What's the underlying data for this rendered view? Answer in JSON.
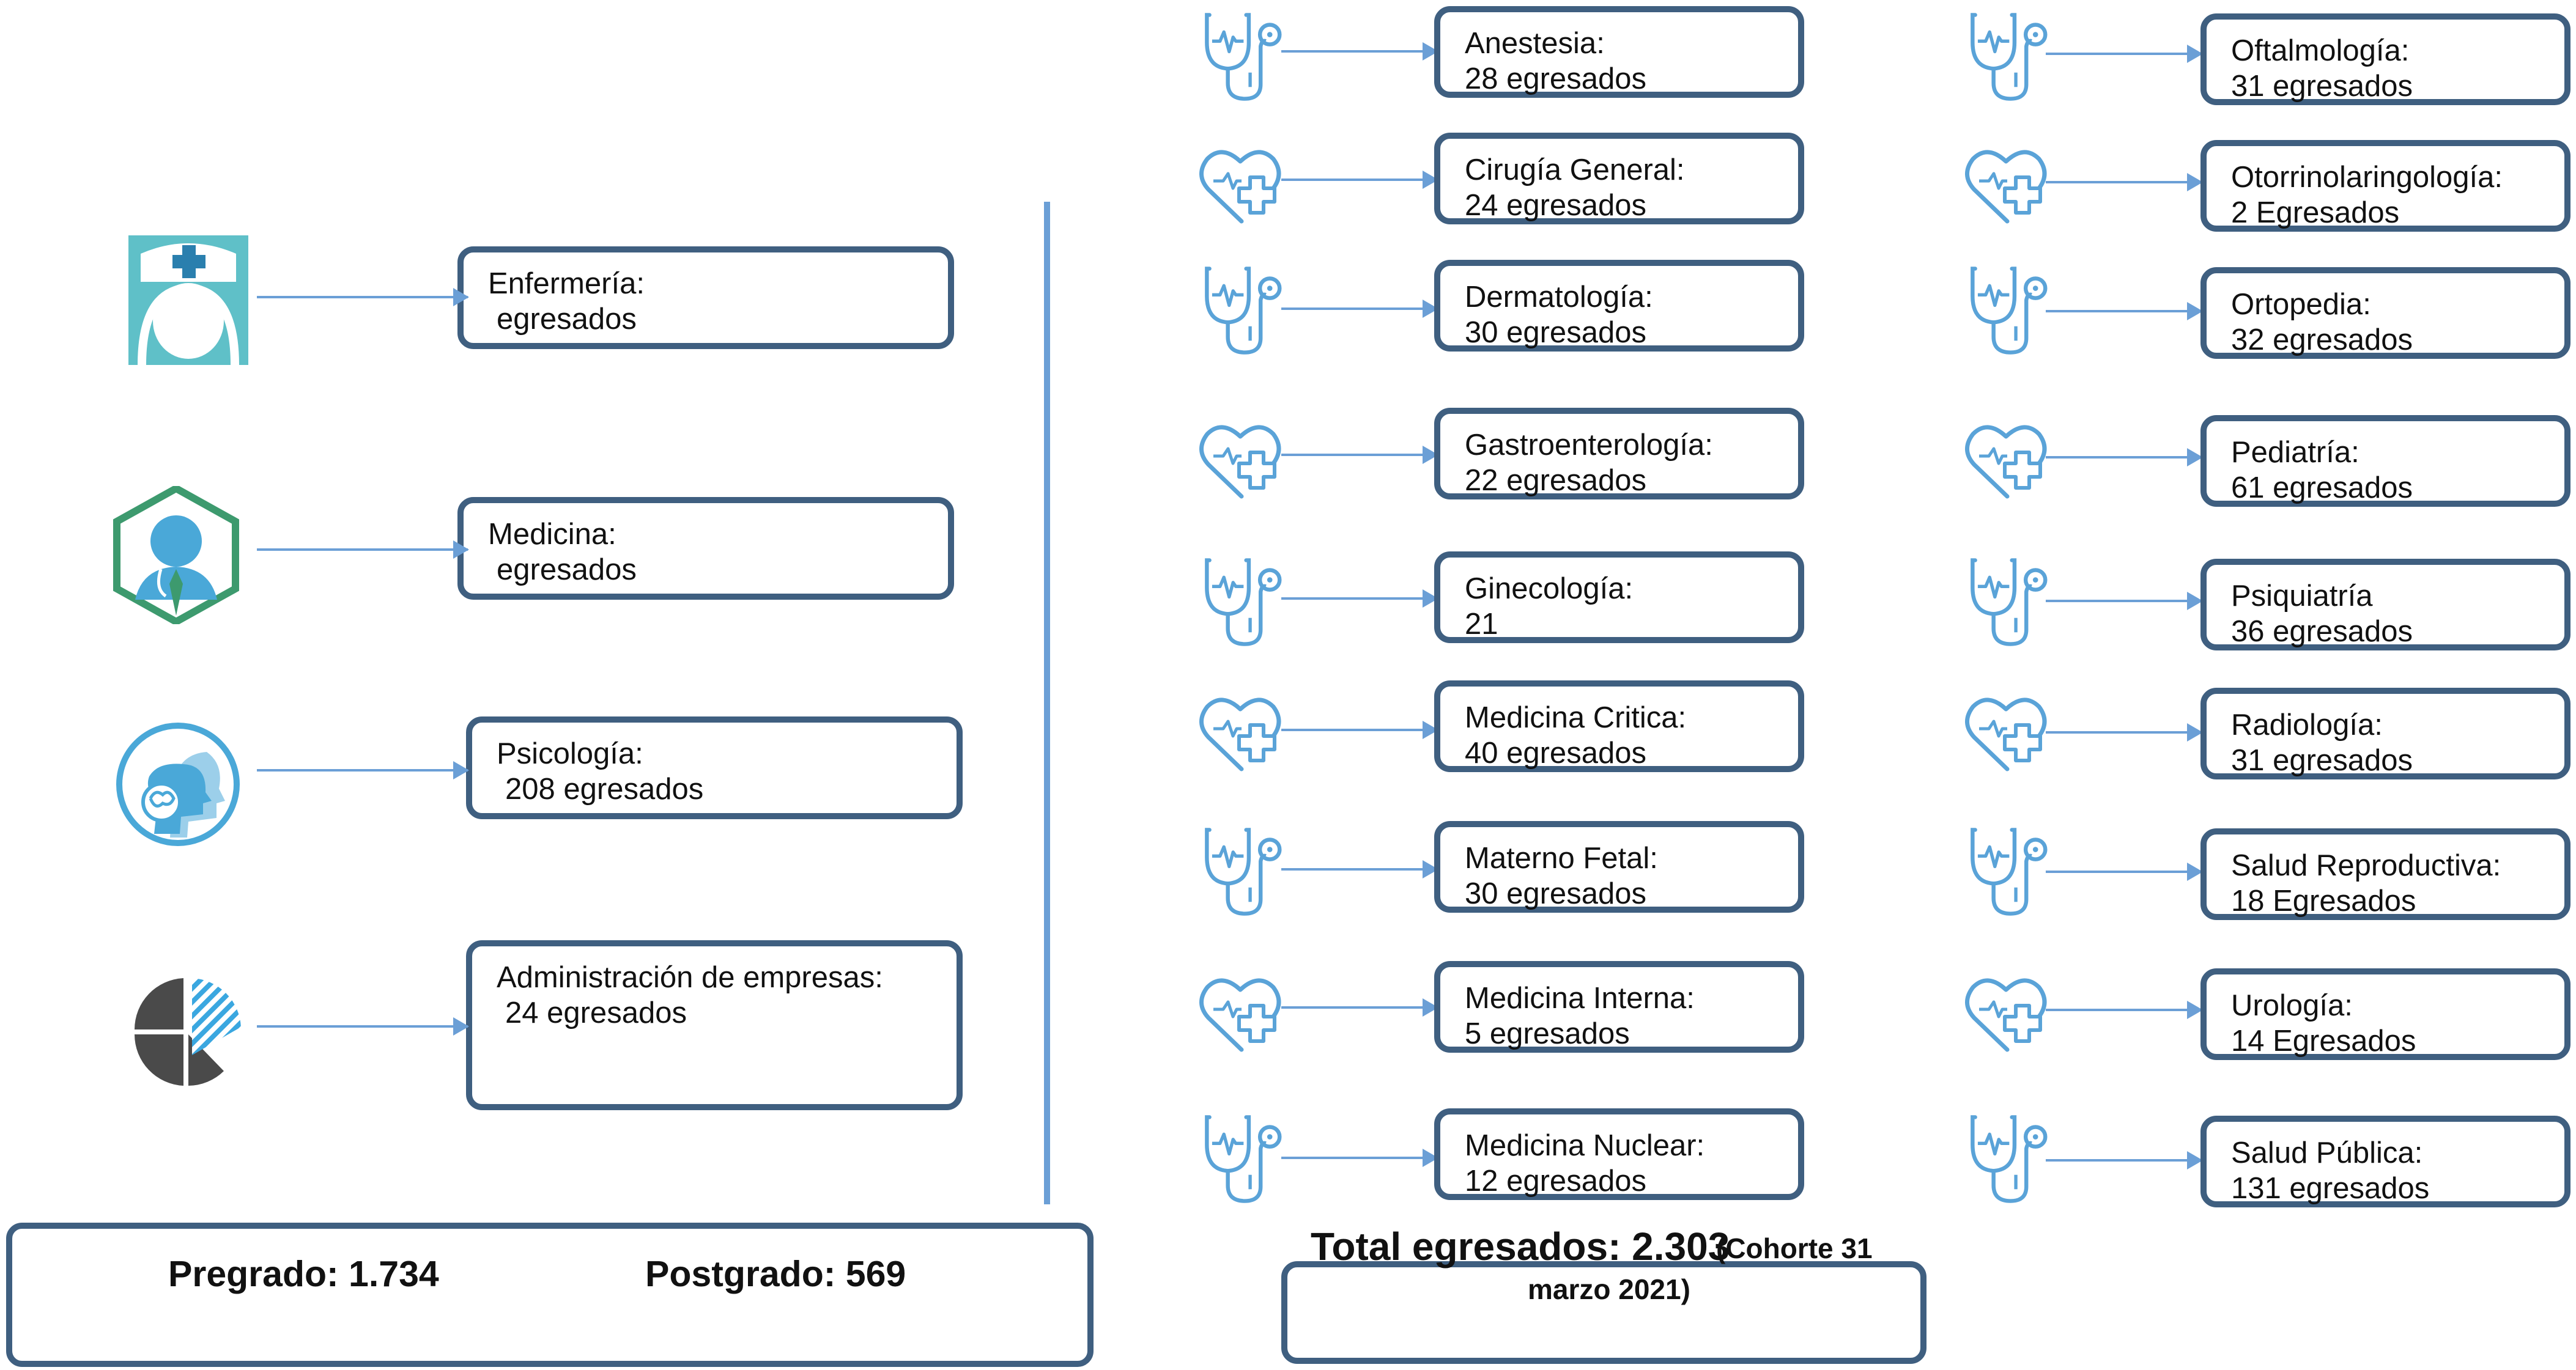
{
  "undergrad": [
    {
      "title": "Enfermería:",
      "sub": "egresados",
      "icon": "nurse-icon"
    },
    {
      "title": "Medicina:",
      "sub": "egresados",
      "icon": "doctor-icon"
    },
    {
      "title": "Psicología:",
      "sub": "208 egresados",
      "icon": "psychology-head-icon"
    },
    {
      "title": "Administración de empresas:",
      "sub": "24 egresados",
      "icon": "pie-chart-icon"
    }
  ],
  "postgrad_col1": [
    {
      "title": "Anestesia:",
      "sub": "28 egresados",
      "icon": "stethoscope-icon"
    },
    {
      "title": "Cirugía General:",
      "sub": "24 egresados",
      "icon": "heart-cross-icon"
    },
    {
      "title": "Dermatología:",
      "sub": "30 egresados",
      "icon": "stethoscope-icon"
    },
    {
      "title": "Gastroenterología:",
      "sub": "22 egresados",
      "icon": "heart-cross-icon"
    },
    {
      "title": "Ginecología:",
      "sub": "21",
      "icon": "stethoscope-icon"
    },
    {
      "title": "Medicina Critica:",
      "sub": "40 egresados",
      "icon": "heart-cross-icon"
    },
    {
      "title": "Materno Fetal:",
      "sub": "30 egresados",
      "icon": "stethoscope-icon"
    },
    {
      "title": "Medicina Interna:",
      "sub": "5 egresados",
      "icon": "heart-cross-icon"
    },
    {
      "title": "Medicina Nuclear:",
      "sub": "12 egresados",
      "icon": "stethoscope-icon"
    }
  ],
  "postgrad_col2": [
    {
      "title": "Oftalmología:",
      "sub": "31 egresados",
      "icon": "stethoscope-icon"
    },
    {
      "title": "Otorrinolaringología:",
      "sub": "2 Egresados",
      "icon": "heart-cross-icon"
    },
    {
      "title": "Ortopedia:",
      "sub": "32 egresados",
      "icon": "stethoscope-icon"
    },
    {
      "title": "Pediatría:",
      "sub": "61 egresados",
      "icon": "heart-cross-icon"
    },
    {
      "title": "Psiquiatría",
      "sub": "36 egresados",
      "icon": "stethoscope-icon"
    },
    {
      "title": "Radiología:",
      "sub": "31 egresados",
      "icon": "heart-cross-icon"
    },
    {
      "title": "Salud Reproductiva:",
      "sub": "18 Egresados",
      "icon": "stethoscope-icon"
    },
    {
      "title": "Urología:",
      "sub": "14 Egresados",
      "icon": "heart-cross-icon"
    },
    {
      "title": "Salud Pública:",
      "sub": "131 egresados",
      "icon": "stethoscope-icon"
    }
  ],
  "summary": {
    "pregrado": "Pregrado: 1.734",
    "postgrado": "Postgrado: 569",
    "total": "Total egresados: 2.303",
    "cohort_line1": "(Cohorte 31",
    "cohort_line2": "marzo 2021)"
  },
  "colors": {
    "border": "#3f5f80",
    "arrow": "#6b9fd6",
    "icon": "#5aa3d8",
    "nurse_bg": "#5fc0c8",
    "doctor_green": "#3d9a6e",
    "psych_blue": "#4aa8d8",
    "pie_gray": "#4a4a4a"
  }
}
